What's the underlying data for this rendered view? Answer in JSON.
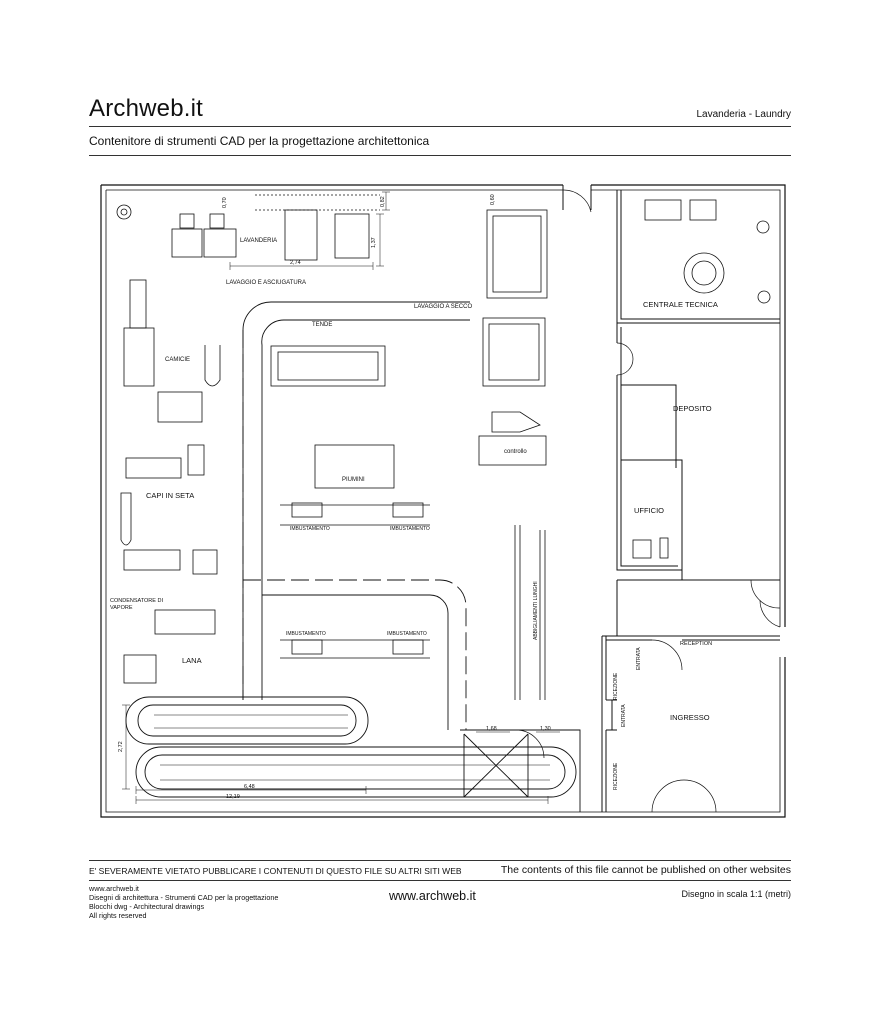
{
  "header": {
    "brand": "Archweb.it",
    "subject": "Lavanderia - Laundry",
    "subtitle": "Contenitore di strumenti CAD per la progettazione architettonica"
  },
  "plan": {
    "rooms": {
      "lavanderia": "LAVANDERIA",
      "lavaggio_asciugatura": "LAVAGGIO E ASCIUGATURA",
      "lavaggio_secco": "LAVAGGIO A SECCO",
      "tende": "TENDE",
      "camicie": "CAMICIE",
      "capi_seta": "CAPI IN SETA",
      "piumini": "PIUMINI",
      "controllo": "controllo",
      "centrale_tecnica": "CENTRALE TECNICA",
      "deposito": "DEPOSITO",
      "ufficio": "UFFICIO",
      "condensatore_1": "CONDENSATORE DI",
      "condensatore_2": "VAPORE",
      "lana": "LANA",
      "reception": "RECEPTION",
      "ingresso": "INGRESSO",
      "entrata_1": "ENTRATA",
      "entrata_2": "ENTRATA",
      "ricezione_1": "RICEZIONE",
      "ricezione_2": "RICEZIONE",
      "abbigliamenti_lunghi": "ABBIGLIAMENTI LUNGHI",
      "imbustamento_1": "IMBUSTAMENTO",
      "imbustamento_2": "IMBUSTAMENTO",
      "imbustamento_3": "IMBUSTAMENTO",
      "imbustamento_4": "IMBUSTAMENTO"
    },
    "dimensions": {
      "d_070": "0,70",
      "d_082": "0,82",
      "d_274": "2,74",
      "d_137": "1,37",
      "d_060": "0,60",
      "d_272": "2,72",
      "d_648": "6,48",
      "d_1219": "12,19",
      "d_168": "1,68",
      "d_130": "1,30"
    }
  },
  "footer": {
    "warning_it": "E' SEVERAMENTE VIETATO PUBBLICARE I CONTENUTI DI QUESTO FILE SU ALTRI SITI WEB",
    "warning_en": "The contents of this file cannot be published on other websites",
    "left_lines": [
      "www.archweb.it",
      "Disegni di architettura - Strumenti CAD  per la progettazione",
      "Blocchi dwg - Architectural drawings",
      "All rights reserved"
    ],
    "url": "www.archweb.it",
    "scale": "Disegno in scala 1:1 (metri)"
  }
}
